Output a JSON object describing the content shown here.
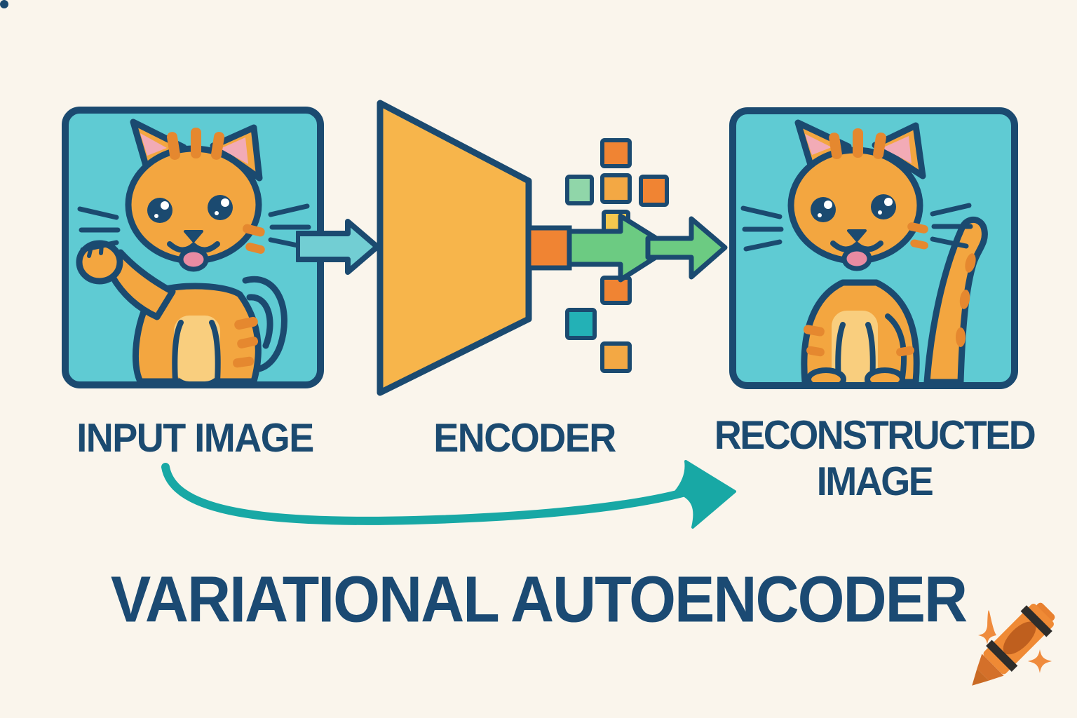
{
  "title": "VARIATIONAL AUTOENCODER",
  "labels": {
    "input": "INPUT IMAGE",
    "encoder": "ENCODER",
    "reconstructed_line1": "RECONSTRUCTED",
    "reconstructed_line2": "IMAGE"
  },
  "colors": {
    "background": "#faf5ec",
    "navy_outline": "#1b4a70",
    "box_teal": "#5fcbd3",
    "arrow_teal": "#72ced3",
    "curved_arrow_teal": "#18a8a5",
    "encoder_yellow": "#f7b54b",
    "green_arrow": "#6ccb82",
    "cat_orange": "#f3a640",
    "cat_stripe": "#e5882f",
    "cat_chest": "#f9ce7e",
    "ear_pink": "#f2abb6",
    "tongue_pink": "#e98ba2",
    "crayon_orange": "#e8802f",
    "crayon_label": "#bf5f1e",
    "crayon_band": "#2e2d2b",
    "sparkle_orange": "#ef8b3d"
  },
  "latent": {
    "squares": [
      {
        "name": "latent-square-1",
        "color": "#f08433"
      },
      {
        "name": "latent-square-2",
        "color": "#90d6a9"
      },
      {
        "name": "latent-square-3",
        "color": "#f3a844"
      },
      {
        "name": "latent-square-4",
        "color": "#f08433"
      },
      {
        "name": "latent-square-5",
        "color": "#f6c84e"
      },
      {
        "name": "latent-square-6",
        "color": "#f08433"
      },
      {
        "name": "latent-square-7",
        "color": "#23b1b6"
      },
      {
        "name": "latent-square-8",
        "color": "#f3a844"
      },
      {
        "name": "latent-square-9",
        "color": "#90d6a9"
      },
      {
        "name": "latent-square-channel",
        "color": "#f08433"
      }
    ]
  },
  "icons": {
    "input_cat": "waving-orange-tabby-cat",
    "reconstructed_cat": "sitting-orange-tabby-cat",
    "encoder_shape": "funnel-trapezoid",
    "watermark": "crayon-with-sparkles"
  }
}
